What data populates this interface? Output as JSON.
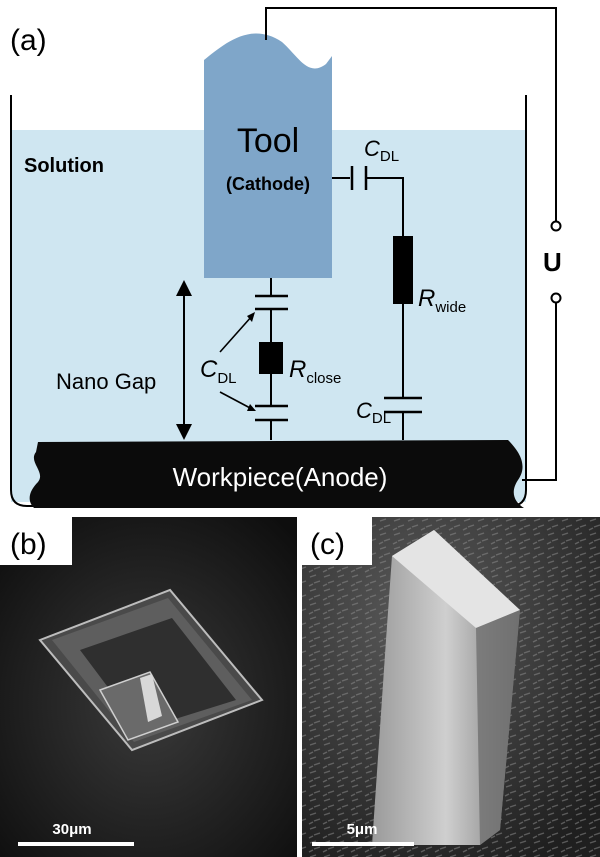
{
  "panel_a": {
    "tag": "(a)",
    "tool_label": "Tool",
    "cathode_label": "(Cathode)",
    "solution_label": "Solution",
    "workpiece_label": "Workpiece(Anode)",
    "gap_label": "Nano Gap",
    "voltage_label": "U",
    "components": {
      "c_dl_top": {
        "main": "C",
        "sub": "DL"
      },
      "r_wide": {
        "main": "R",
        "sub": "wide"
      },
      "c_dl_left": {
        "main": "C",
        "sub": "DL"
      },
      "r_close": {
        "main": "R",
        "sub": "close"
      },
      "c_dl_bottom": {
        "main": "C",
        "sub": "DL"
      }
    },
    "colors": {
      "solution": "#cfe6f1",
      "tool": "#7fa6c9",
      "workpiece": "#0b0b0b",
      "wire": "#000000"
    }
  },
  "panel_b": {
    "tag": "(b)",
    "scale_bar": "30μm"
  },
  "panel_c": {
    "tag": "(c)",
    "scale_bar": "5μm"
  }
}
